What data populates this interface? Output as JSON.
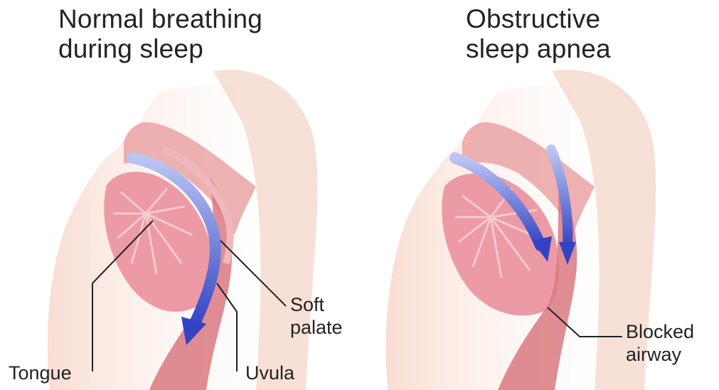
{
  "panels": [
    {
      "title_line1": "Normal breathing",
      "title_line2": "during sleep"
    },
    {
      "title_line1": "Obstructive",
      "title_line2": "sleep apnea"
    }
  ],
  "labels": {
    "tongue": "Tongue",
    "uvula": "Uvula",
    "soft_palate_line1": "Soft",
    "soft_palate_line2": "palate",
    "blocked_airway_line1": "Blocked",
    "blocked_airway_line2": "airway"
  },
  "colors": {
    "skin": "#f6d3c6",
    "tissue": "#e98f98",
    "airflow_arrow": "#3f4fc9",
    "label_text": "#232323"
  }
}
